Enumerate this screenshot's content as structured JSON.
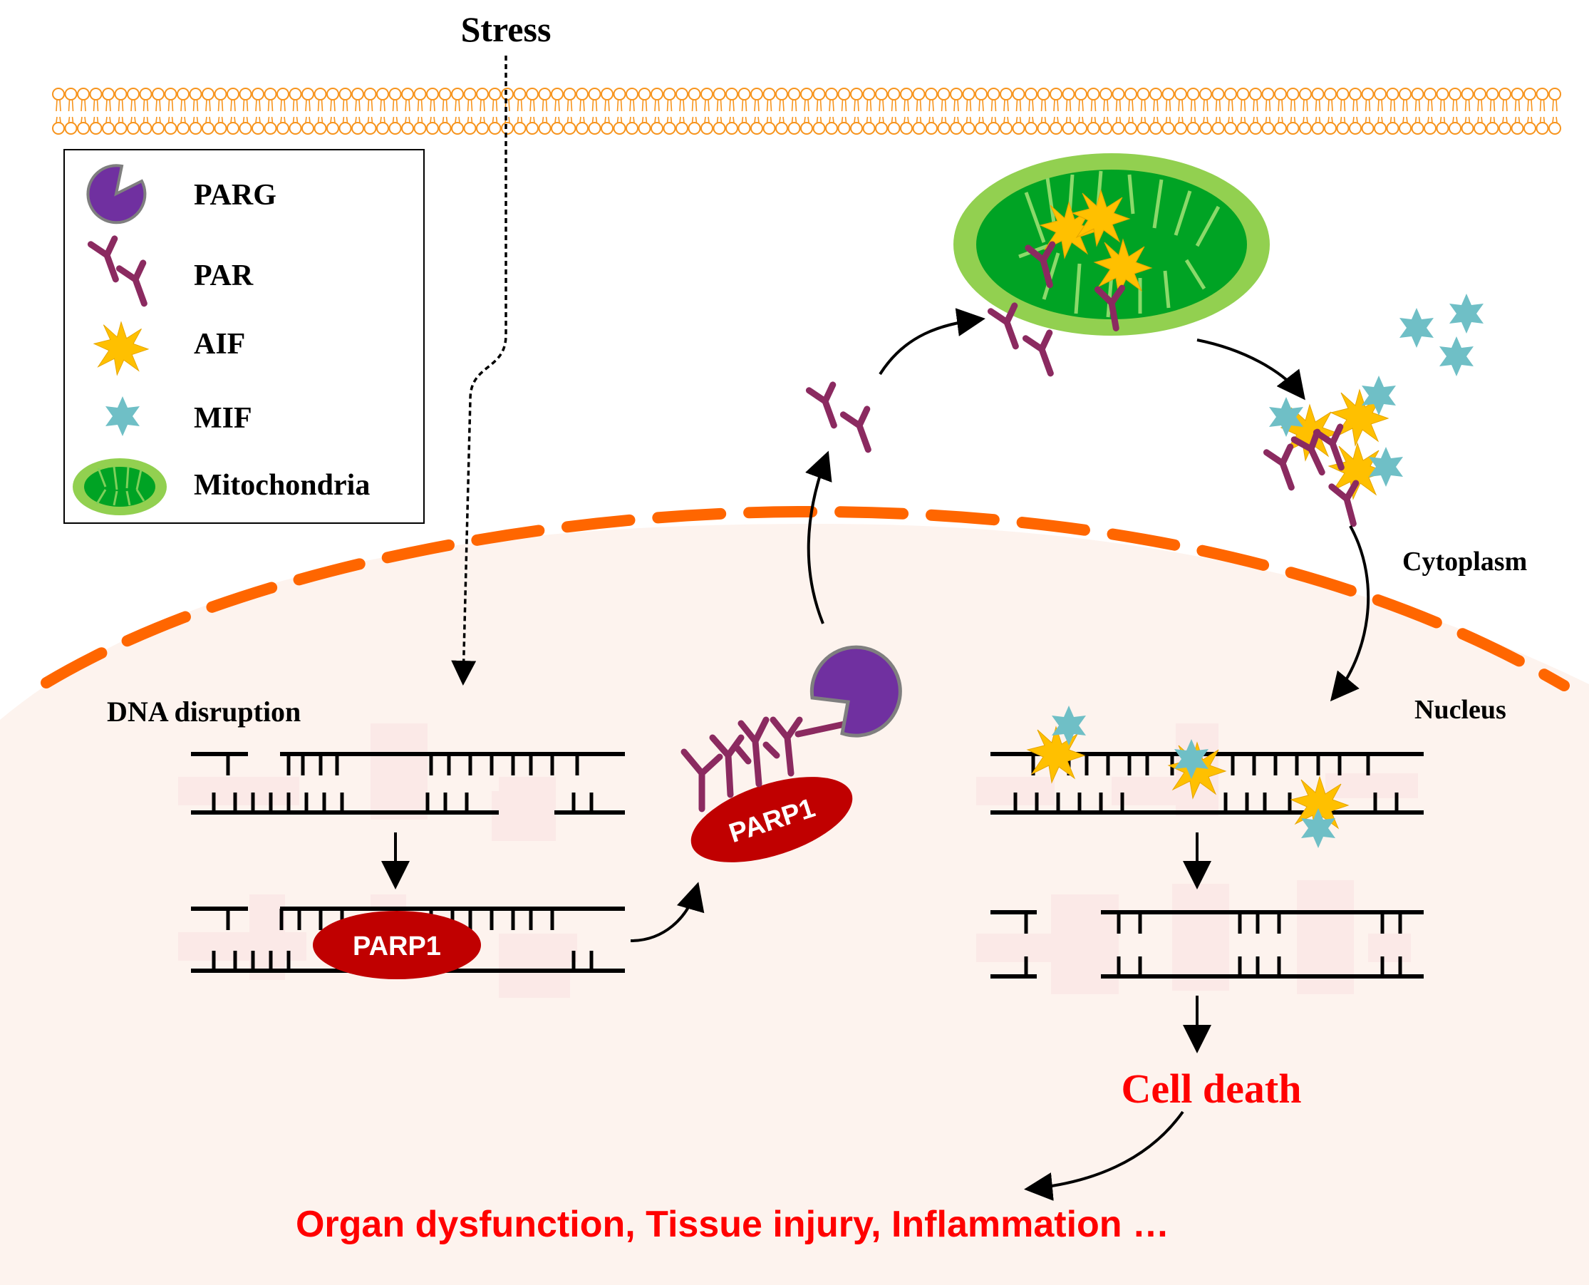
{
  "title": "Stress",
  "legend": {
    "items": [
      {
        "label": "PARG",
        "icon": "parg-icon"
      },
      {
        "label": "PAR",
        "icon": "par-icon"
      },
      {
        "label": "AIF",
        "icon": "aif-icon"
      },
      {
        "label": "MIF",
        "icon": "mif-icon"
      },
      {
        "label": "Mitochondria",
        "icon": "mitochondria-icon"
      }
    ]
  },
  "labels": {
    "dna_disruption": "DNA disruption",
    "parp1_bound": "PARP1",
    "parp1_free": "PARP1",
    "cytoplasm": "Cytoplasm",
    "nucleus": "Nucleus",
    "cell_death": "Cell death",
    "outcome": "Organ dysfunction, Tissue injury, Inflammation …"
  },
  "colors": {
    "membrane": "#f7941d",
    "nuclear_envelope": "#ff6600",
    "nucleus_fill": "#fdf3ee",
    "dna_break": "#fbe9e7",
    "parp1": "#c00000",
    "parg": "#7030a0",
    "par": "#8b2a60",
    "aif": "#ffc000",
    "mif": "#6fbfc6",
    "mito_outer": "#92d050",
    "mito_inner": "#00a324",
    "red_text": "#ff0000"
  }
}
